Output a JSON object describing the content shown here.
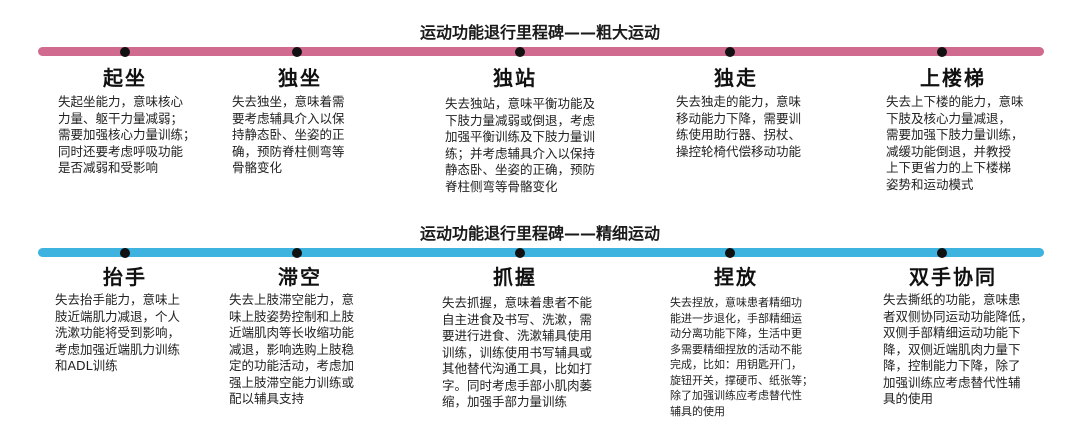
{
  "colors": {
    "gross_bar": "#d06a8e",
    "fine_bar": "#3eb3e0",
    "dot": "#111111"
  },
  "gross": {
    "title": "运动功能退行里程碑——粗大运动",
    "milestones": [
      {
        "title": "起坐",
        "desc": "失起坐能力，意味核心\n力量、躯干力量减弱；\n需要加强核心力量训练；\n同时还要考虑呼吸功能\n是否减弱和受影响"
      },
      {
        "title": "独坐",
        "desc": "失去独坐，意味着需\n要考虑辅具介入以保\n持静态卧、坐姿的正\n确，预防脊柱侧弯等\n骨骼变化"
      },
      {
        "title": "独站",
        "desc": "失去独站，意味平衡功能及\n下肢力量减弱或倒退，考虑\n加强平衡训练及下肢力量训\n练；并考虑辅具介入以保持\n静态卧、坐姿的正确，预防\n脊柱侧弯等骨骼变化"
      },
      {
        "title": "独走",
        "desc": "失去独走的能力，意味\n移动能力下降，需要训\n练使用助行器、拐杖、\n操控轮椅代偿移动功能"
      },
      {
        "title": "上楼梯",
        "desc": "失去上下楼的能力，意味\n下肢及核心力量减退，\n需要加强下肢力量训练，\n减缓功能倒退，并教授\n上下更省力的上下楼梯\n姿势和运动模式"
      }
    ]
  },
  "fine": {
    "title": "运动功能退行里程碑——精细运动",
    "milestones": [
      {
        "title": "抬手",
        "desc": "失去抬手能力，意味上\n肢近端肌力减退，个人\n洗漱功能将受到影响，\n考虑加强近端肌力训练\n和ADL训练"
      },
      {
        "title": "滞空",
        "desc": "失去上肢滞空能力，意\n味上肢姿势控制和上肢\n近端肌肉等长收缩功能\n减退，影响选购上肢稳\n定的功能活动，考虑加\n强上肢滞空能力训练或\n配以辅具支持"
      },
      {
        "title": "抓握",
        "desc": "失去抓握，意味着患者不能\n自主进食及书写、洗漱，需\n要进行进食、洗漱辅具使用\n训练，训练使用书写辅具或\n其他替代沟通工具，比如打\n字。同时考虑手部小肌肉萎\n缩，加强手部力量训练"
      },
      {
        "title": "捏放",
        "desc": "失去捏放，意味患者精细功\n能进一步退化，手部精细运\n动分离功能下降，生活中更\n多需要精细捏放的活动不能\n完成，比如：用钥匙开门，\n旋钮开关，撑硬币、纸张等；\n除了加强训练应考虑替代性\n辅具的使用"
      },
      {
        "title": "双手协同",
        "desc": "失去撕纸的功能，意味患\n者双侧协同运动功能降低，\n双侧手部精细运动功能下\n降，双侧近端肌肉力量下\n降，控制能力下降，除了\n加强训练应考虑替代性辅\n具的使用"
      }
    ]
  }
}
